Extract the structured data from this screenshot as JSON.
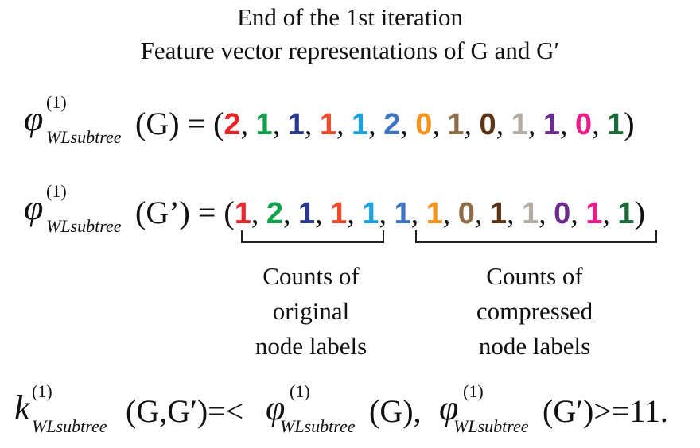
{
  "title": {
    "line1": "End of  the 1st iteration",
    "line2": "Feature vector representations of G and G′"
  },
  "phi_symbol": "φ",
  "superscript": "(1)",
  "subscript": "WLsubtree",
  "vector_g": {
    "arg": "(G) = (",
    "values": [
      "2",
      "1",
      "1",
      "1",
      "1",
      "2",
      "0",
      "1",
      "0",
      "1",
      "1",
      "0",
      "1"
    ],
    "close": ")"
  },
  "vector_gp": {
    "arg": "(G’) = (",
    "values": [
      "1",
      "2",
      "1",
      "1",
      "1",
      "1",
      "1",
      "0",
      "1",
      "1",
      "0",
      "1",
      "1"
    ],
    "close": ")"
  },
  "value_colors": [
    "#e8252b",
    "#12a04a",
    "#2a3990",
    "#ef4a2b",
    "#1aa3e0",
    "#3f74c2",
    "#f4921e",
    "#8f6b46",
    "#5a3414",
    "#b3aca3",
    "#6a2d8f",
    "#eb1b8c",
    "#1a6b37"
  ],
  "labels": {
    "original": [
      "Counts of",
      "original",
      "node labels"
    ],
    "compressed": [
      "Counts of",
      "compressed",
      "node labels"
    ]
  },
  "kernel": {
    "symbol": "k",
    "args": "(G,G′)=<",
    "g": "(G), ",
    "gp": "(G′)>=11."
  }
}
